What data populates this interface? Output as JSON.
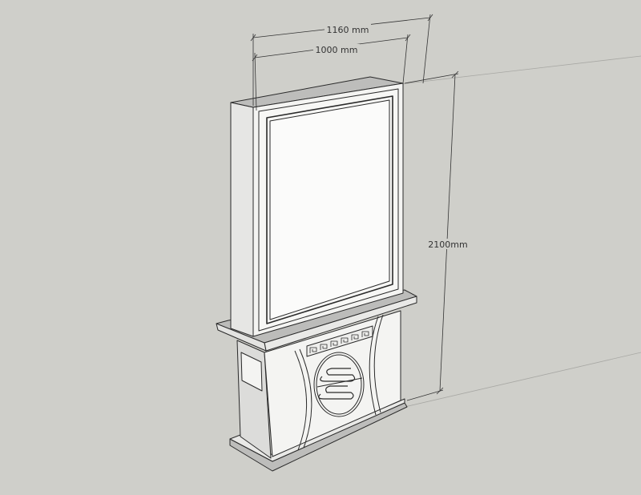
{
  "dimensions": {
    "overall_width": "1160 mm",
    "panel_width": "1000 mm",
    "height": "2100mm"
  },
  "colors": {
    "background": "#cfcfca",
    "face_light": "#f4f4f2",
    "face_shade": "#d8d8d6",
    "edge": "#2a2a2a"
  }
}
